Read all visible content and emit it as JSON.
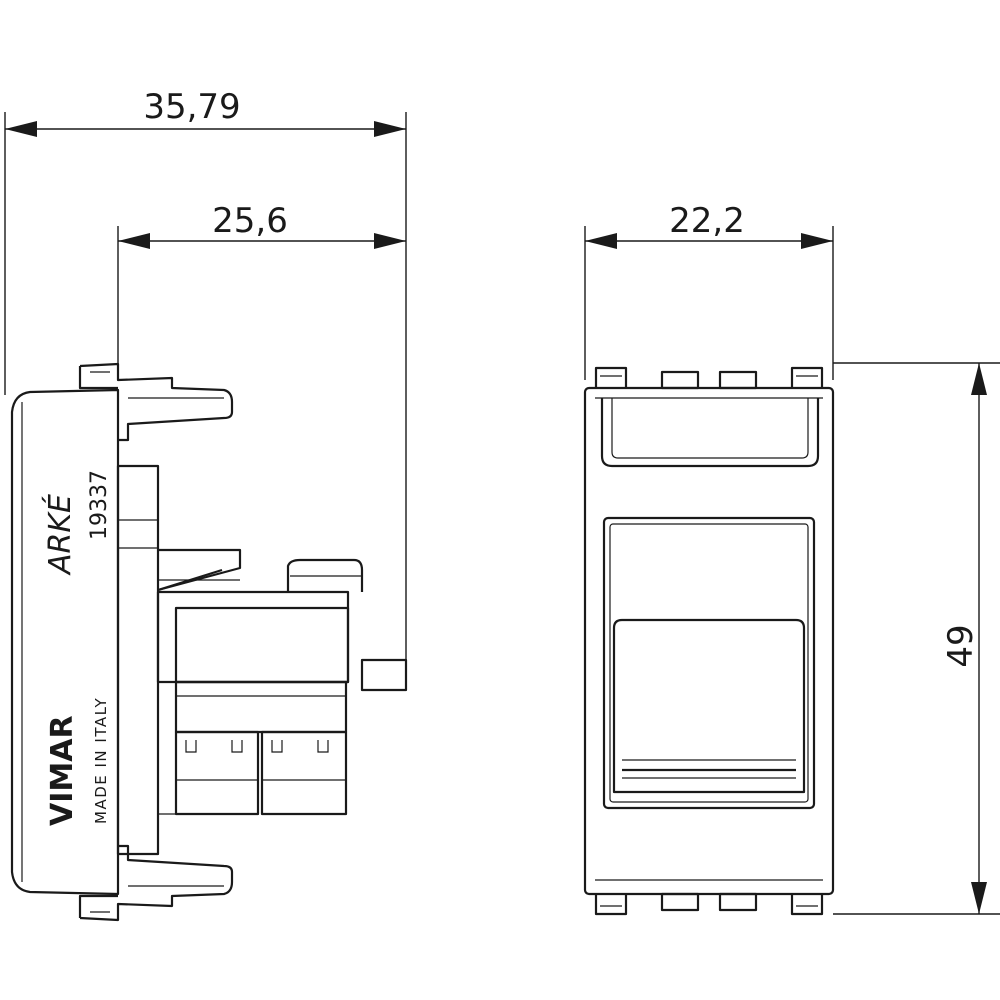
{
  "dimensions": {
    "overall_depth": "35,79",
    "body_depth": "25,6",
    "width": "22,2",
    "height": "49"
  },
  "markings": {
    "series": "ARKÉ",
    "article": "19337",
    "brand": "VIMAR",
    "origin": "MADE IN ITALY"
  }
}
